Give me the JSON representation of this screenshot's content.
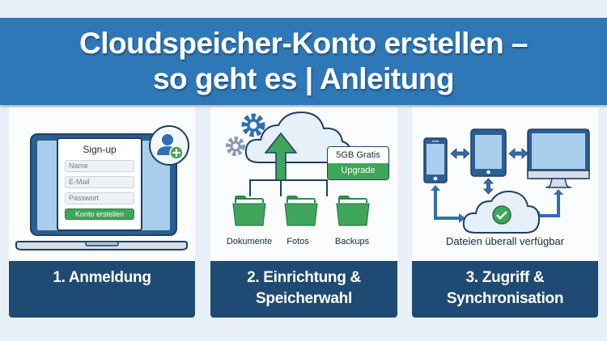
{
  "header": {
    "title_line1": "Cloudspeicher-Konto erstellen –",
    "title_line2": "so geht es | Anleitung",
    "background": "#2f78b7"
  },
  "steps": [
    {
      "label_line1": "1. Anmeldung",
      "label_line2": "",
      "illustration": {
        "type": "laptop-signup-form",
        "form_title": "Sign-up",
        "fields": [
          {
            "placeholder": "Name"
          },
          {
            "placeholder": "E-Mail"
          },
          {
            "placeholder": "Passwort"
          }
        ],
        "submit_label": "Konto erstellen",
        "icons": [
          "laptop-icon",
          "add-user-icon"
        ]
      }
    },
    {
      "label_line1": "2. Einrichtung &",
      "label_line2": "Speicherwahl",
      "illustration": {
        "type": "cloud-upload-folders",
        "plan_label": "5GB Gratis",
        "upgrade_label": "Upgrade",
        "folders": [
          "Dokumente",
          "Fotos",
          "Backups"
        ],
        "icons": [
          "gear-icon",
          "cloud-icon",
          "upload-arrow-icon",
          "folder-icon"
        ]
      }
    },
    {
      "label_line1": "3. Zugriff &",
      "label_line2": "Synchronisation",
      "illustration": {
        "type": "device-sync",
        "caption": "Dateien überall verfügbar",
        "devices": [
          "smartphone-icon",
          "tablet-icon",
          "desktop-monitor-icon"
        ],
        "icons": [
          "cloud-icon",
          "checkmark-icon",
          "bidirectional-arrow-icon"
        ]
      }
    }
  ],
  "colors": {
    "page_bg": "#e9f0f7",
    "panel_bg": "#fafcfe",
    "label_bar": "#1f4a73",
    "accent_blue": "#2f6fb0",
    "outline": "#1f3f63",
    "screen_blue": "#a9cdec",
    "green": "#3fa55a",
    "gray_gear": "#8a9bb0"
  }
}
